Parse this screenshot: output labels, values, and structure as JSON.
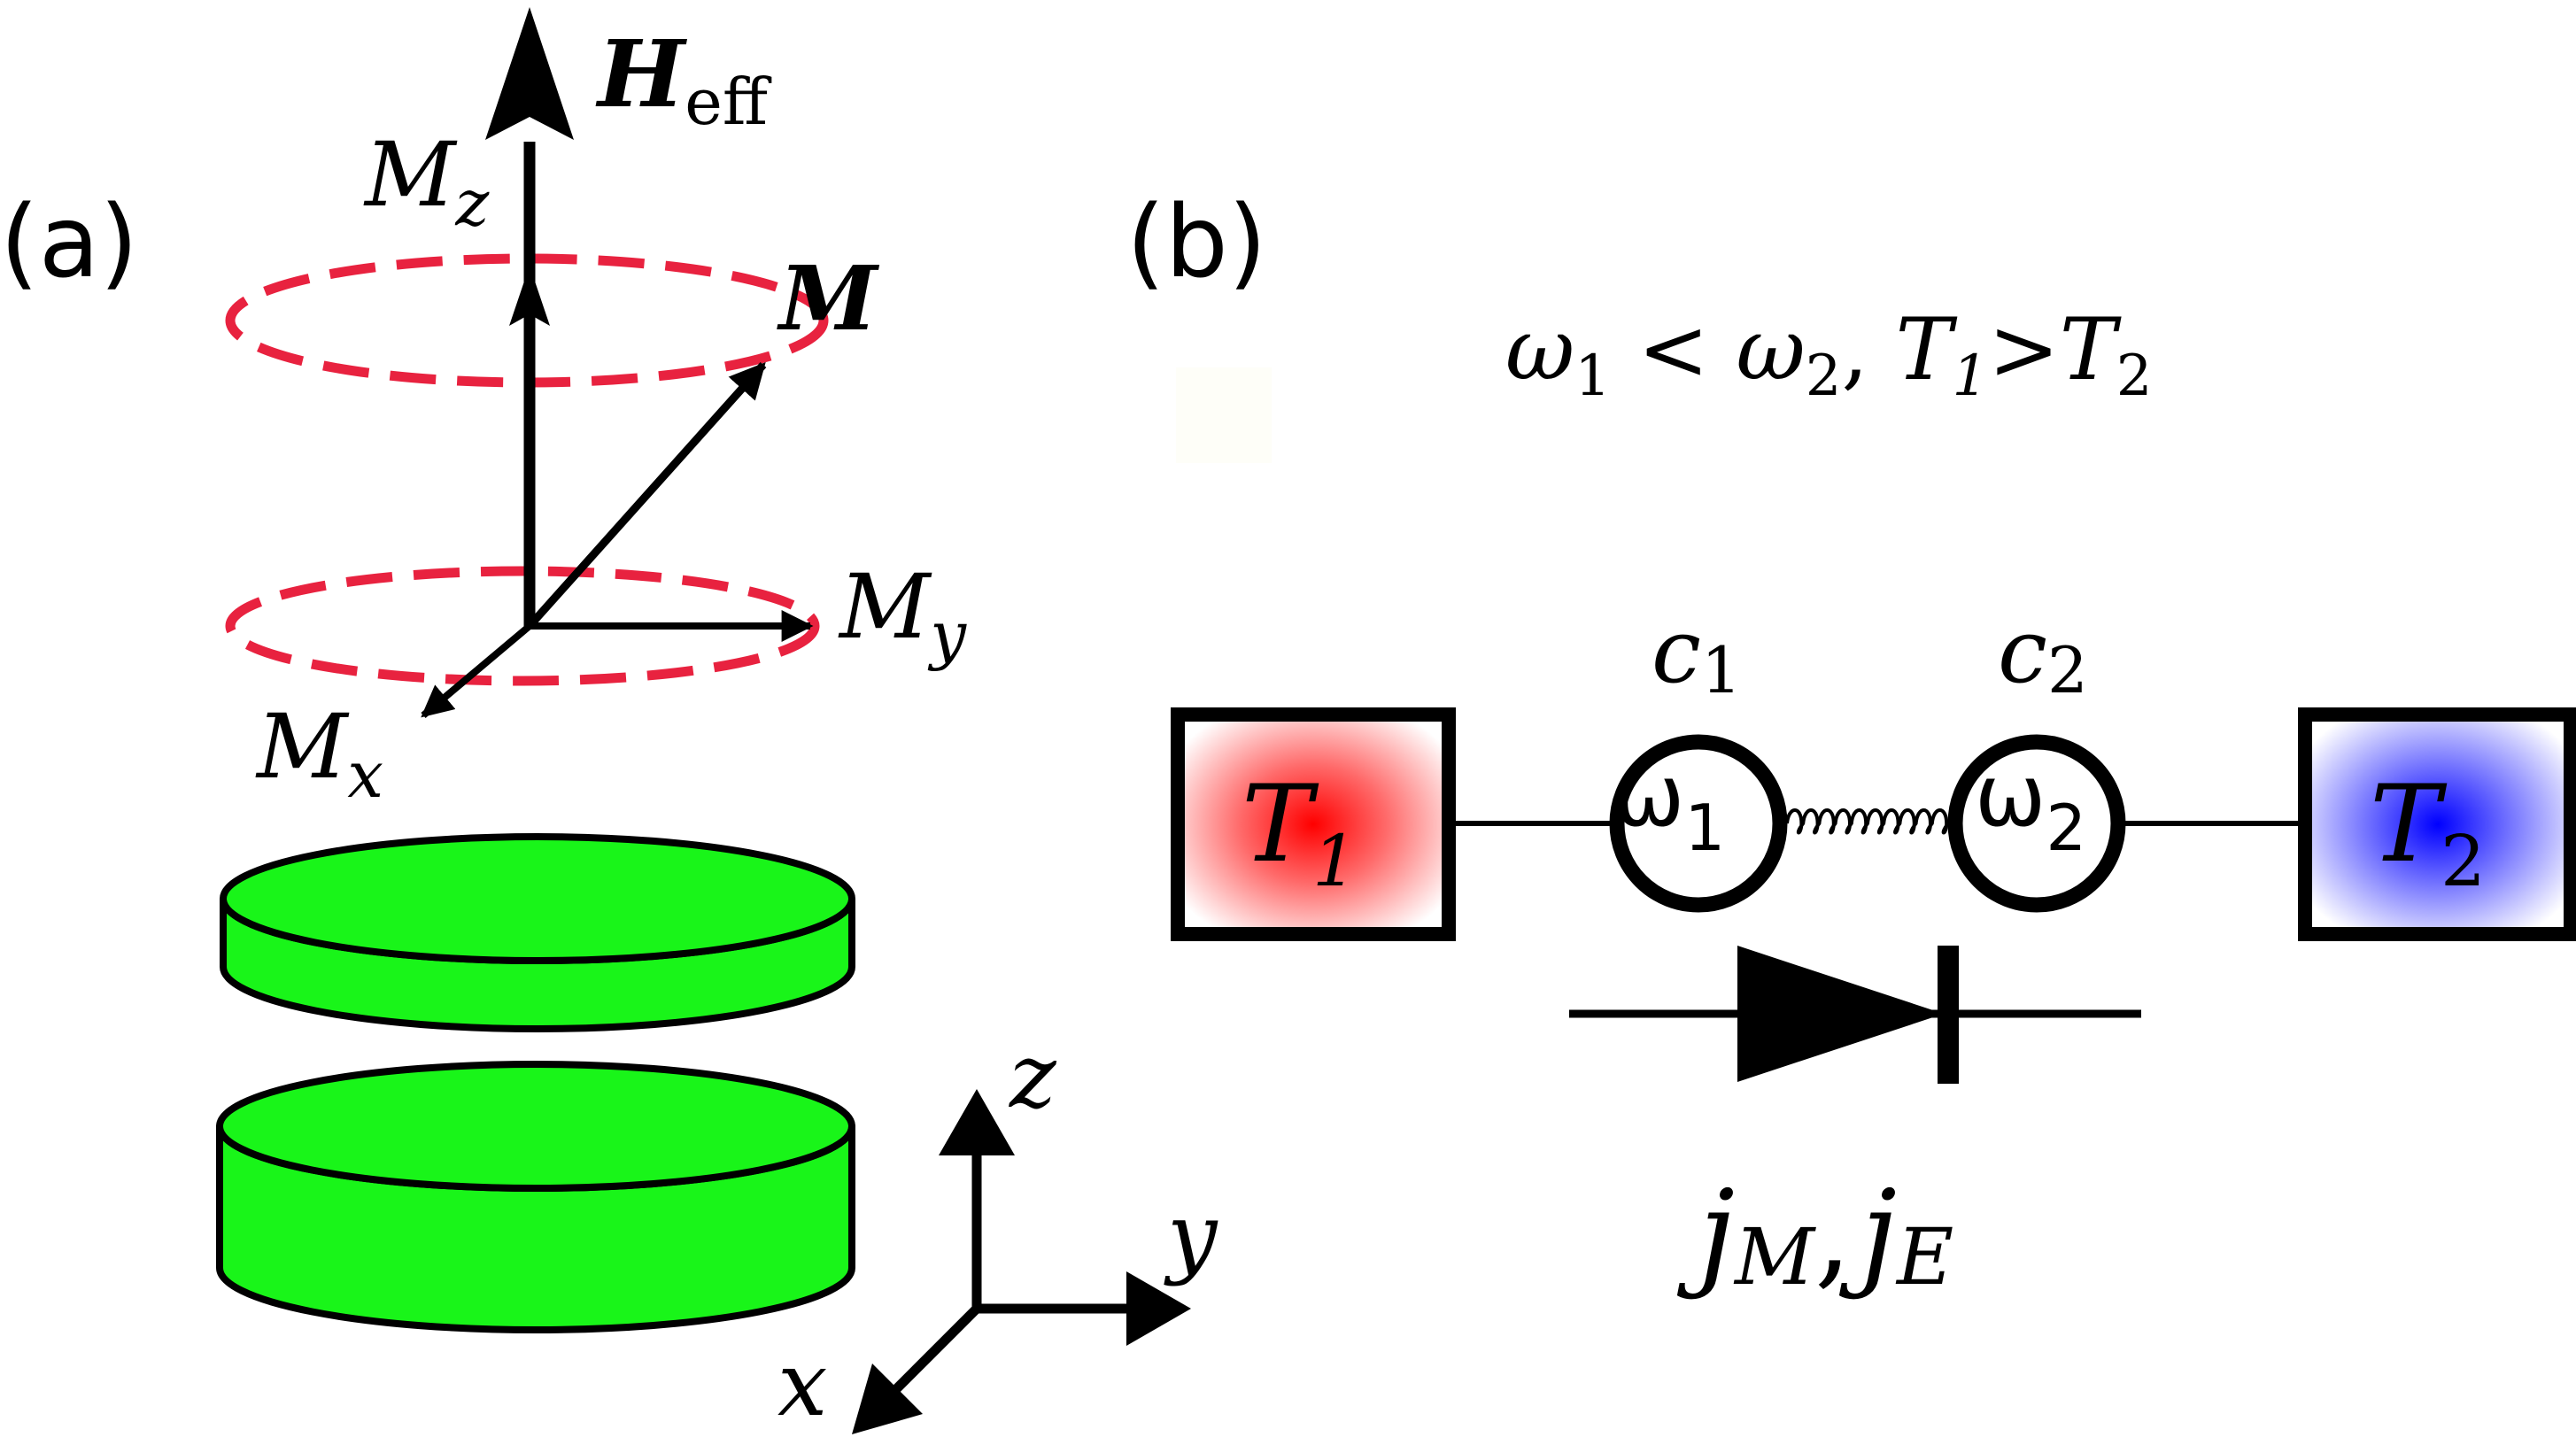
{
  "panel_a": {
    "label": "(a)",
    "field_symbol": "H",
    "field_subscript": "eff",
    "mz_symbol": "M",
    "mz_subscript": "z",
    "m_symbol": "M",
    "my_symbol": "M",
    "my_subscript": "y",
    "mx_symbol": "M",
    "mx_subscript": "x",
    "axis_z": "z",
    "axis_y": "y",
    "axis_x": "x"
  },
  "panel_b": {
    "label": "(b)",
    "cond_w1": "ω",
    "cond_w1_sub": "1",
    "cond_lt": " < ",
    "cond_w2": "ω",
    "cond_w2_sub": "2",
    "cond_sep": ", ",
    "cond_t1": "T",
    "cond_t1_sub": "1",
    "cond_gt": ">",
    "cond_t2": "T",
    "cond_t2_sub": "2",
    "bath1_symbol": "T",
    "bath1_sub": "1",
    "bath2_symbol": "T",
    "bath2_sub": "2",
    "c1_symbol": "c",
    "c1_sub": "1",
    "c2_symbol": "c",
    "c2_sub": "2",
    "osc1_symbol": "ω",
    "osc1_sub": "1",
    "osc2_symbol": "ω",
    "osc2_sub": "2",
    "jm_symbol": "j",
    "jm_sub": "M",
    "comma": ",",
    "je_symbol": "j",
    "je_sub": "E"
  },
  "colors": {
    "dashed_orbit": "#e8223f",
    "disk_fill": "#19f519",
    "bath_hot": "#ff0000",
    "bath_cold": "#0000ff",
    "ink": "#000000"
  }
}
